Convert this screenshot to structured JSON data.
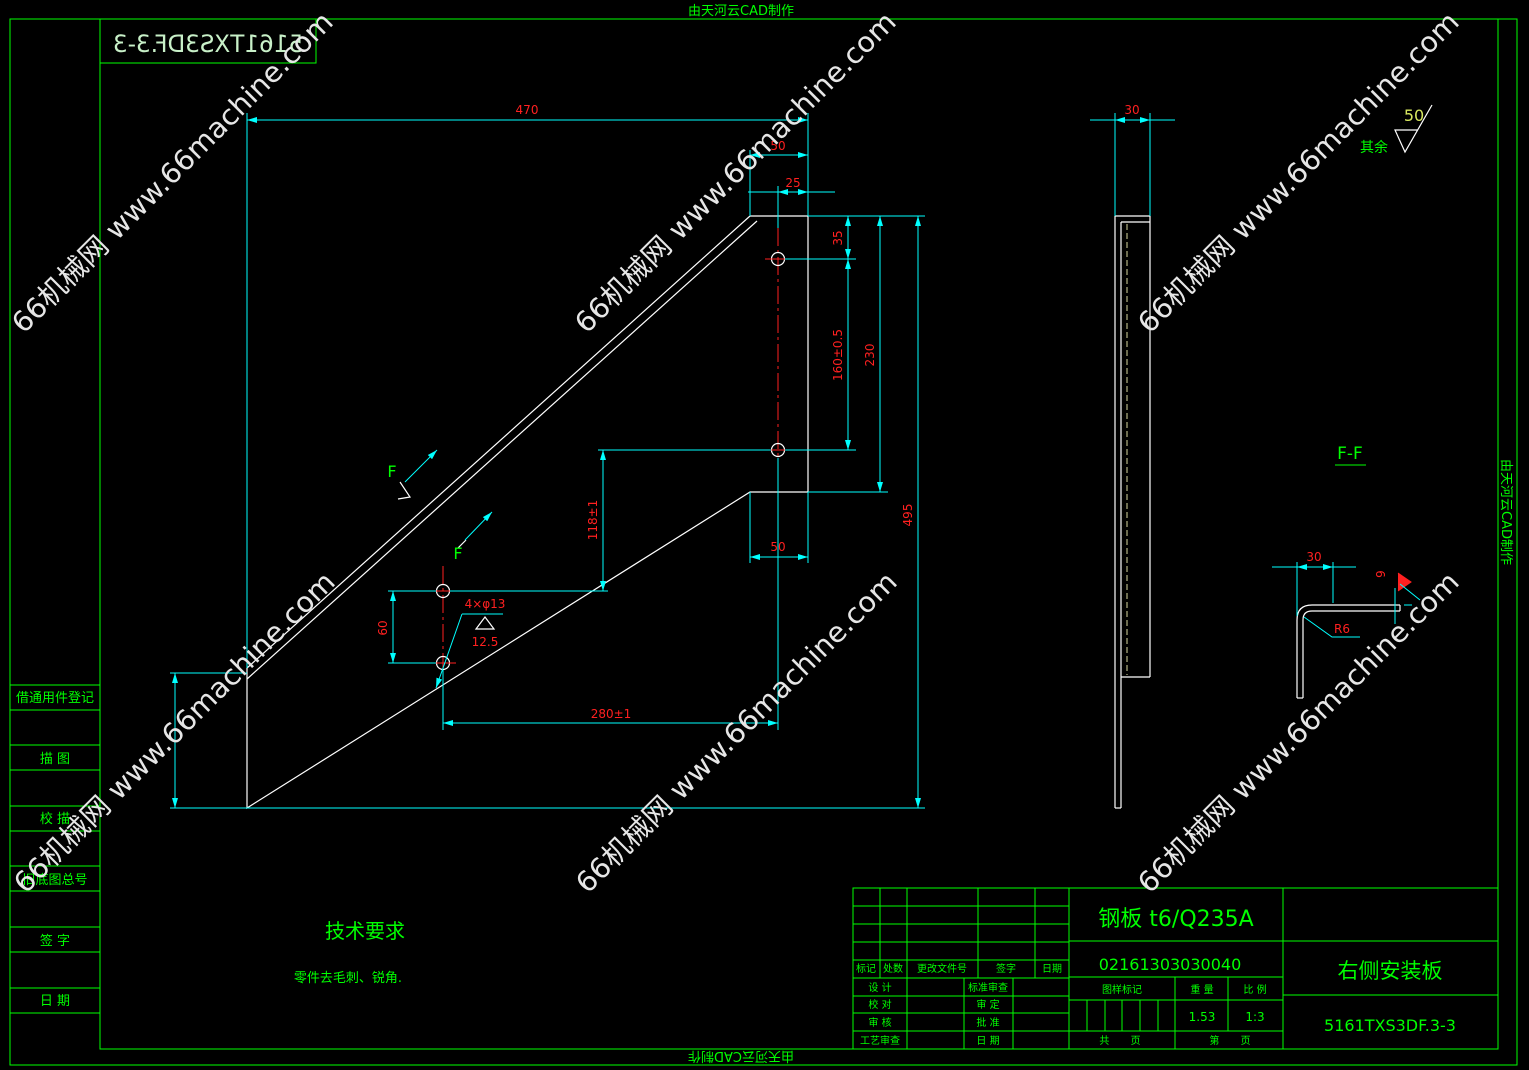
{
  "frame": {
    "top_note": "由天河云CAD制作",
    "bottom_note": "由天河云CAD制作",
    "side_note": "由天河云CAD制作",
    "corner_code": "5161TXS3DF.3-3"
  },
  "left_table": {
    "rows": [
      "借通用件登记",
      "描 图",
      "校 描",
      "旧底图总号",
      "签 字",
      "日 期"
    ]
  },
  "front_view": {
    "dim_470": "470",
    "dim_50_top": "50",
    "dim_25": "25",
    "dim_35": "35",
    "dim_160": "160±0.5",
    "dim_230": "230",
    "dim_495": "495",
    "dim_50_bottom": "50",
    "dim_118": "118±1",
    "dim_60": "60",
    "dim_280": "280±1",
    "hole_note": "4×φ13",
    "hole_roughness": "12.5",
    "section_mark_1": "F",
    "section_mark_2": "F"
  },
  "side_view": {
    "dim_30": "30"
  },
  "surface_finish": {
    "value": "50",
    "note": "其余"
  },
  "section_ff": {
    "title": "F-F",
    "dim_30": "30",
    "dim_9": "9",
    "radius": "R6"
  },
  "tech_requirements": {
    "title": "技术要求",
    "note": "零件去毛刺、锐角."
  },
  "title_block": {
    "material": "钢板 t6/Q235A",
    "part_code": "02161303030040",
    "part_name": "右侧安装板",
    "drawing_no": "5161TXS3DF.3-3",
    "rev_headers": [
      "标记",
      "处数",
      "更改文件号",
      "签字",
      "日期"
    ],
    "sign_rows": [
      [
        "设 计",
        "标准审查"
      ],
      [
        "校 对",
        "审 定"
      ],
      [
        "审 核",
        "批 准"
      ],
      [
        "工艺审查",
        "日 期"
      ]
    ],
    "info_headers": [
      "图样标记",
      "重 量",
      "比 例"
    ],
    "weight": "1.53",
    "scale": "1:3",
    "sheets_total": "共 页",
    "sheet_no": "第 页"
  },
  "watermark": {
    "text": "66机械网 www.66machine.com"
  },
  "colors": {
    "background": "#000000",
    "frame": "#00ff00",
    "outline": "#ffffff",
    "dimension_line": "#00ffff",
    "dimension_text": "#ff0000",
    "label_text": "#00ff00"
  }
}
